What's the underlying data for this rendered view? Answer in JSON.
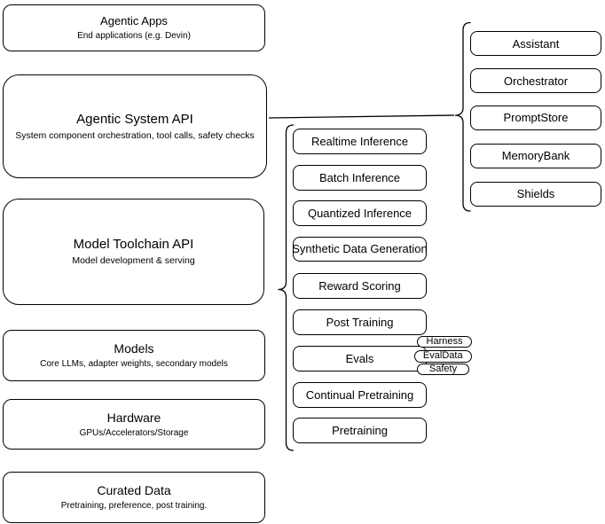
{
  "canvas": {
    "background": "#ffffff",
    "stroke": "#000000",
    "text_color": "#000000"
  },
  "stack": [
    {
      "title": "Agentic Apps",
      "subtitle": "End applications (e.g. Devin)"
    },
    {
      "title": "Agentic System API",
      "subtitle": "System component orchestration, tool calls, safety checks"
    },
    {
      "title": "Model Toolchain API",
      "subtitle": "Model development & serving"
    },
    {
      "title": "Models",
      "subtitle": "Core LLMs, adapter weights, secondary models"
    },
    {
      "title": "Hardware",
      "subtitle": "GPUs/Accelerators/Storage"
    },
    {
      "title": "Curated Data",
      "subtitle": "Pretraining, preference, post training."
    }
  ],
  "toolchain_components": [
    "Realtime Inference",
    "Batch Inference",
    "Quantized Inference",
    "Synthetic Data Generation",
    "Reward Scoring",
    "Post Training",
    "Evals",
    "Continual Pretraining",
    "Pretraining"
  ],
  "evals_tags": [
    "Harness",
    "EvalData",
    "Safety"
  ],
  "system_components": [
    "Assistant",
    "Orchestrator",
    "PromptStore",
    "MemoryBank",
    "Shields"
  ]
}
